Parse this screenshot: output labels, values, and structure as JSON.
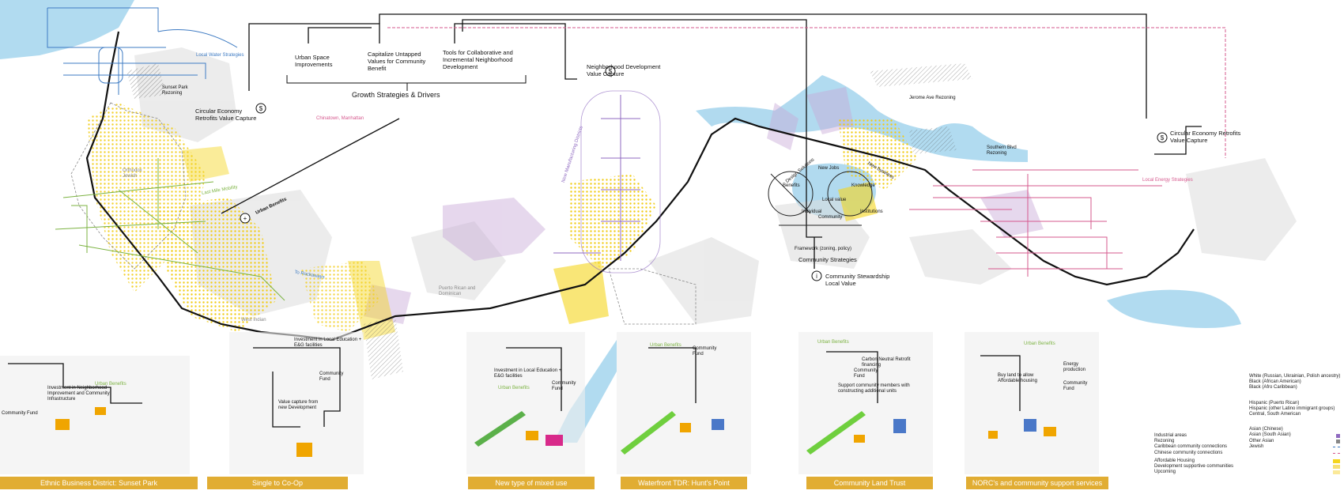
{
  "strategies": {
    "urban_space": "Urban Space Improvements",
    "capitalize": "Capitalize Untapped Values for Community Benefit",
    "tools": "Tools for Collaborative and Incremental Neighborhood Development",
    "neighborhood": "Neighborhood Development Value Capture",
    "growth_heading": "Growth Strategies & Drivers",
    "circular_left": "Circular Economy Retrofits Value Capture",
    "circular_right": "Circular Economy Retrofits Value Capture",
    "community_strategies": "Community Strategies",
    "stewardship": "Community Stewardship Local Value"
  },
  "map_labels": {
    "local_water": "Local Water Strategies",
    "sunset_park": "Sunset Park Rezoning",
    "chinatown": "Chinatown, Manhattan",
    "urban_benefits": "Urban Benefits",
    "last_mile": "Last Mile Mobility",
    "rockaways": "To Rockaways",
    "new_manufacturing": "New Manufacturing Districts",
    "jerome": "Jerome Ave Rezoning",
    "southern_blvd": "Southern Blvd Rezoning",
    "local_energy": "Local Energy Strategies",
    "orthodox": "Orthodox Jewish",
    "puerto_rican": "Puerto Rican and Dominican",
    "west_indian": "West Indian"
  },
  "cycle": {
    "benefits": "Benefits",
    "knowledge": "Knowledge",
    "individual": "Individual",
    "community": "Community",
    "institutions": "Institutions",
    "framework": "Framework (zoning, policy)",
    "design": "Design Solutions",
    "new_jobs": "New Jobs",
    "new_business": "New business",
    "local_value": "Local value"
  },
  "insets": {
    "community_fund": "Community Fund",
    "investment_edu": "Investment in Local Education + E&G facilities",
    "urban_benefits": "Urban Benefits",
    "value_capture_new": "Value capture from new Development",
    "investment_infra": "Investment in Neighborhood Improvement and Community Infrastructure",
    "support_members": "Support community members with constructing additional units",
    "buy_land": "Buy land to allow Affordable housing",
    "energy": "Energy production",
    "carbon": "Carbon Neutral Retrofit financing"
  },
  "titles": [
    "Ethnic Business District: Sunset Park",
    "Single to Co-Op",
    "New type of mixed use",
    "Waterfront TDR: Hunt's Point",
    "Community Land Trust",
    "NORC's and community support services"
  ],
  "legend": {
    "industrial": "Industrial areas",
    "rezoning": "Rezoning",
    "caribbean": "Caribbean community connections",
    "chinese": "Chinese community connections",
    "affordable": "Affordable Housing",
    "dev_supportive": "Development supportive communities",
    "upcoming": "Upcoming",
    "ethnic": [
      "White (Russian, Ukrainian, Polish ancestry)",
      "Black (African American)",
      "Black (Afro Caribbean)",
      "Hispanic (Puerto Rican)",
      "Hispanic (other Latino immigrant groups)",
      "Central, South American",
      "Asian (Chinese)",
      "Asian (South Asian)",
      "Other Asian",
      "Jewish"
    ]
  },
  "colors": {
    "accent_yellow": "#f5d51c",
    "title_bar": "#e1ad33",
    "pink": "#d6598e",
    "blue": "#3e7bc3",
    "green": "#7cb342",
    "purple": "#8f6ac0",
    "water": "#9ed2ec"
  }
}
